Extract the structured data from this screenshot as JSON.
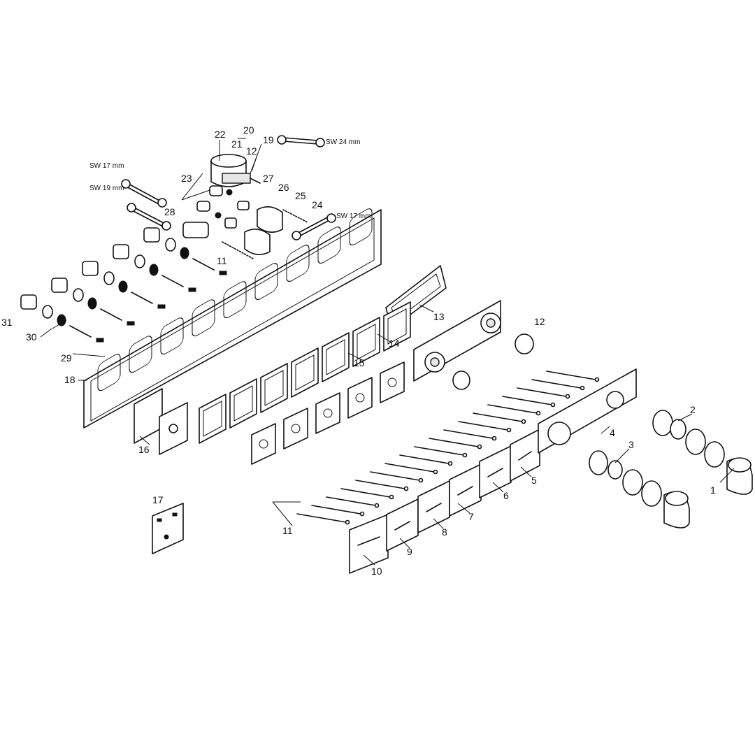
{
  "parts": [
    {
      "id": "p1",
      "label": "1"
    },
    {
      "id": "p2",
      "label": "2"
    },
    {
      "id": "p3",
      "label": "3"
    },
    {
      "id": "p4",
      "label": "4"
    },
    {
      "id": "p5",
      "label": "5"
    },
    {
      "id": "p6",
      "label": "6"
    },
    {
      "id": "p7",
      "label": "7"
    },
    {
      "id": "p8",
      "label": "8"
    },
    {
      "id": "p9",
      "label": "9"
    },
    {
      "id": "p10",
      "label": "10"
    },
    {
      "id": "p11a",
      "label": "11"
    },
    {
      "id": "p11b",
      "label": "11"
    },
    {
      "id": "p12a",
      "label": "12"
    },
    {
      "id": "p12b",
      "label": "12"
    },
    {
      "id": "p13",
      "label": "13"
    },
    {
      "id": "p14",
      "label": "14"
    },
    {
      "id": "p15",
      "label": "15"
    },
    {
      "id": "p16",
      "label": "16"
    },
    {
      "id": "p17",
      "label": "17"
    },
    {
      "id": "p18",
      "label": "18"
    },
    {
      "id": "p19",
      "label": "19"
    },
    {
      "id": "p20",
      "label": "20"
    },
    {
      "id": "p21",
      "label": "21"
    },
    {
      "id": "p22",
      "label": "22"
    },
    {
      "id": "p23",
      "label": "23"
    },
    {
      "id": "p24",
      "label": "24"
    },
    {
      "id": "p25",
      "label": "25"
    },
    {
      "id": "p26",
      "label": "26"
    },
    {
      "id": "p27",
      "label": "27"
    },
    {
      "id": "p28",
      "label": "28"
    },
    {
      "id": "p29",
      "label": "29"
    },
    {
      "id": "p30",
      "label": "30"
    },
    {
      "id": "p31",
      "label": "31"
    }
  ],
  "tools": [
    {
      "id": "t1",
      "label": "SW 24 mm"
    },
    {
      "id": "t2",
      "label": "SW 17 mm"
    },
    {
      "id": "t3",
      "label": "SW 19 mm"
    },
    {
      "id": "t4",
      "label": "SW 17 mm"
    }
  ]
}
